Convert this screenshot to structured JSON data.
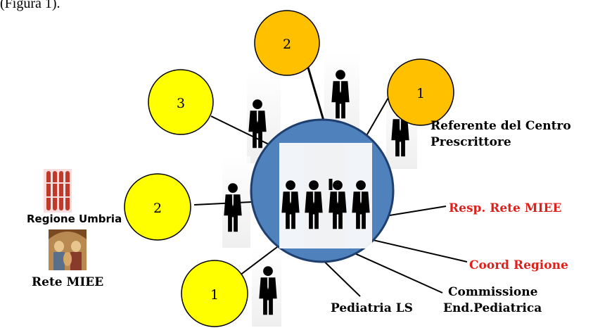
{
  "caption": "(Figura 1).",
  "nodes": [
    {
      "number": "1",
      "fill": "#ffc000"
    },
    {
      "number": "2",
      "fill": "#ffc000"
    },
    {
      "number": "3",
      "fill": "#ffff00"
    },
    {
      "number": "2",
      "fill": "#ffff00"
    },
    {
      "number": "1",
      "fill": "#ffff00"
    }
  ],
  "labels": {
    "referente_line1": "Referente del Centro",
    "referente_line2": "Prescrittore",
    "resp_rete": "Resp. Rete  MIEE",
    "coord_regione": "Coord Regione",
    "commissione_line1": "Commissione",
    "commissione_line2": "End.Pediatrica",
    "pediatria": "Pediatria LS",
    "regione_umbria": "Regione Umbria",
    "rete_miee": "Rete MIEE"
  },
  "colors": {
    "central_circle": "#4f81bd",
    "red_label": "#e0201a",
    "logo_red": "#c0392b"
  },
  "icons": [
    "businessman-icon",
    "regione-umbria-logo",
    "painting-logo"
  ]
}
